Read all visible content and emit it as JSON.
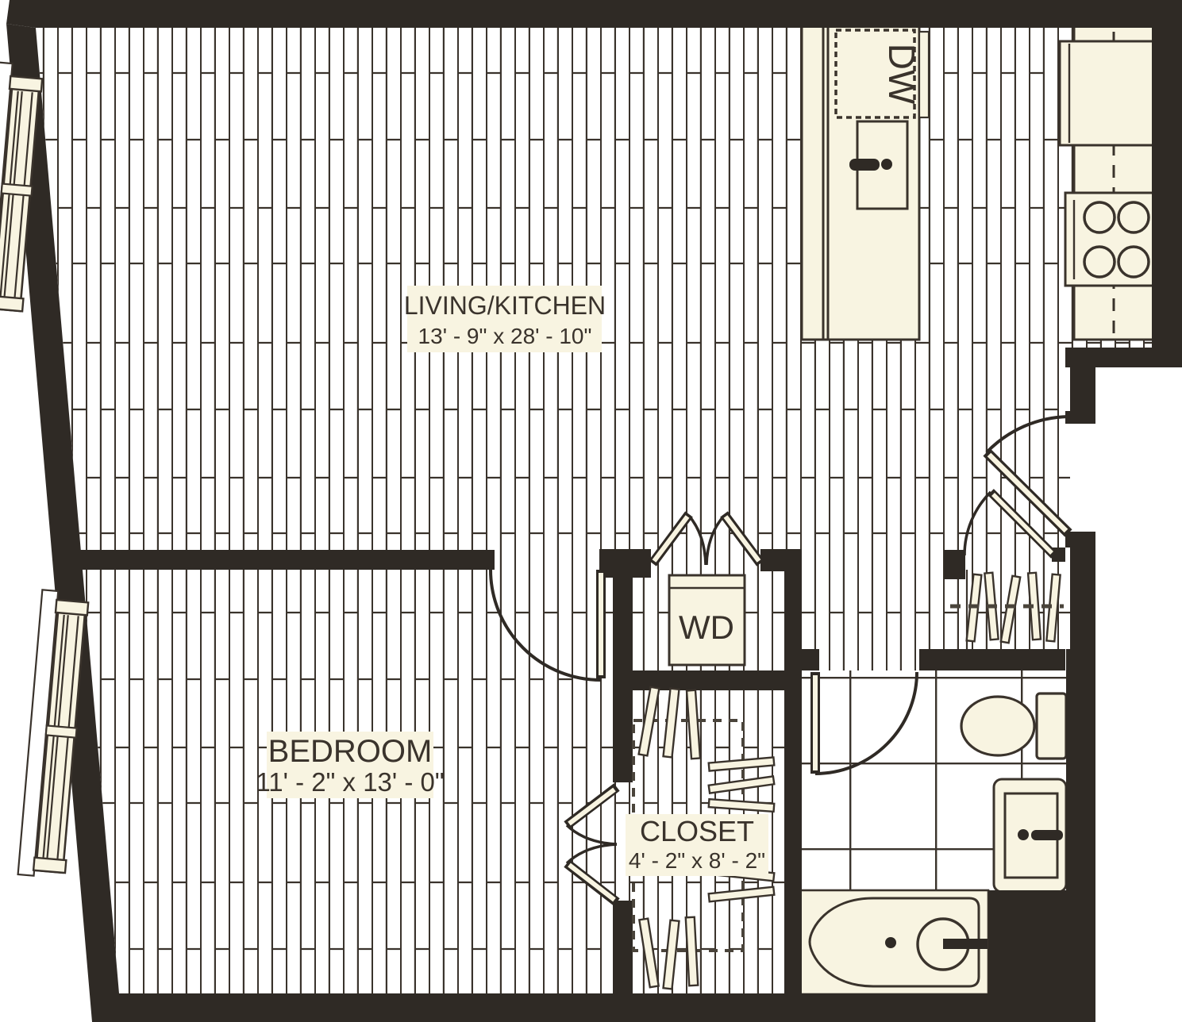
{
  "title": "apartment-floor-plan",
  "rooms": {
    "living_kitchen": {
      "name": "LIVING/KITCHEN",
      "dims": "13' - 9\" x 28' - 10\""
    },
    "bedroom": {
      "name": "BEDROOM",
      "dims": "11' - 2\" x 13' - 0\""
    },
    "closet": {
      "name": "CLOSET",
      "dims": "4' - 2\" x 8' - 2\""
    }
  },
  "appliances": {
    "dishwasher": "DW",
    "washer_dryer": "WD"
  },
  "colors": {
    "wall": "#2f2a25",
    "fixture": "#f8f4e1",
    "line": "#3a332c",
    "floor": "#ffffff"
  }
}
